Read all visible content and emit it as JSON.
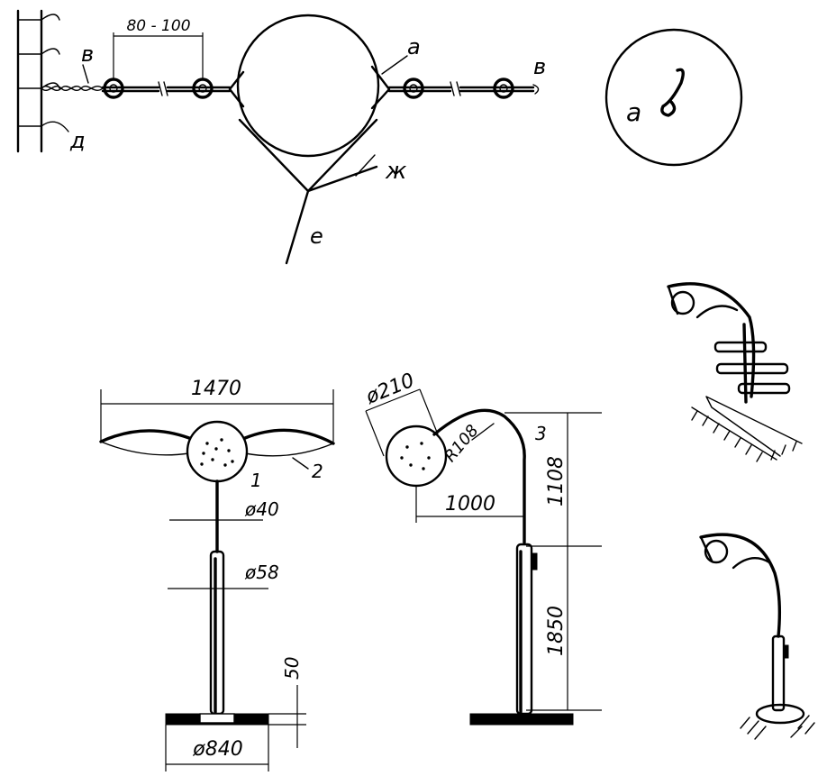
{
  "labels": {
    "spacing": "80 - 100",
    "a": "а",
    "v_left": "в",
    "v_right": "в",
    "d": "д",
    "zh": "ж",
    "e": "е",
    "a_detail": "а",
    "width": "1470",
    "ball_dia": "ø210",
    "radius": "R108",
    "n1": "1",
    "n2": "2",
    "n3": "3",
    "d40": "ø40",
    "d58": "ø58",
    "d840": "ø840",
    "h50": "50",
    "l1000": "1000",
    "h1108": "1108",
    "h1850": "1850"
  },
  "colors": {
    "ink": "#000000",
    "paper": "#ffffff"
  }
}
